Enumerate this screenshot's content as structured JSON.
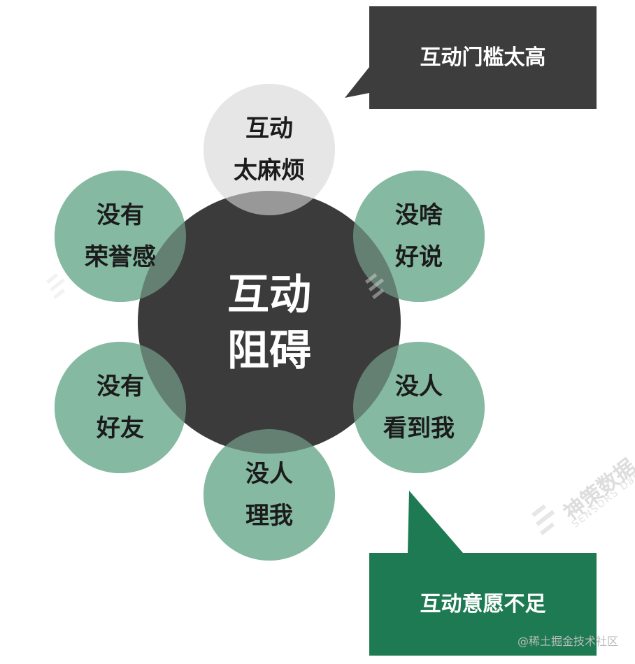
{
  "center": {
    "lines": [
      "互动",
      "阻碍"
    ]
  },
  "satellites": [
    {
      "id": "top",
      "lines": [
        "互动",
        "太麻烦"
      ],
      "color": "#e6e6e6"
    },
    {
      "id": "upper-right",
      "lines": [
        "没啥",
        "好说"
      ],
      "color": "#85b9a2"
    },
    {
      "id": "lower-right",
      "lines": [
        "没人",
        "看到我"
      ],
      "color": "#85b9a2"
    },
    {
      "id": "bottom",
      "lines": [
        "没人",
        "理我"
      ],
      "color": "#85b9a2"
    },
    {
      "id": "lower-left",
      "lines": [
        "没有",
        "好友"
      ],
      "color": "#85b9a2"
    },
    {
      "id": "upper-left",
      "lines": [
        "没有",
        "荣誉感"
      ],
      "color": "#85b9a2"
    }
  ],
  "callouts": {
    "top": {
      "text": "互动门槛太高",
      "color": "#3d3d3d"
    },
    "bottom": {
      "text": "互动意愿不足",
      "color": "#1d7a52"
    }
  },
  "colors": {
    "center": "#3b3b3b",
    "green": "#85b9a2",
    "gray": "#e6e6e6"
  },
  "watermark": {
    "attribution": "@稀土掘金技术社区",
    "brand": "神策数据",
    "brand_en": "SENSORS Data"
  }
}
